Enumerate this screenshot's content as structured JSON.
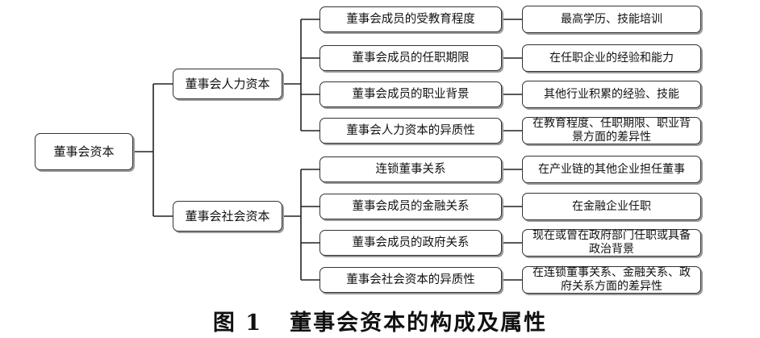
{
  "root": {
    "label": "董事会资本"
  },
  "branches": [
    {
      "label": "董事会人力资本",
      "children": [
        {
          "label": "董事会成员的受教育程度",
          "attribute": "最高学历、技能培训"
        },
        {
          "label": "董事会成员的任职期限",
          "attribute": "在任职企业的经验和能力"
        },
        {
          "label": "董事会成员的职业背景",
          "attribute": "其他行业积累的经验、技能"
        },
        {
          "label": "董事会人力资本的异质性",
          "attribute": "在教育程度、任职期限、职业背景方面的差异性"
        }
      ]
    },
    {
      "label": "董事会社会资本",
      "children": [
        {
          "label": "连锁董事关系",
          "attribute": "在产业链的其他企业担任董事"
        },
        {
          "label": "董事会成员的金融关系",
          "attribute": "在金融企业任职"
        },
        {
          "label": "董事会成员的政府关系",
          "attribute": "现在或曾在政府部门任职或具备政治背景"
        },
        {
          "label": "董事会社会资本的异质性",
          "attribute": "在连锁董事关系、金融关系、政府关系方面的差异性"
        }
      ]
    }
  ],
  "caption": {
    "number": "图 1",
    "title": "董事会资本的构成及属性"
  }
}
